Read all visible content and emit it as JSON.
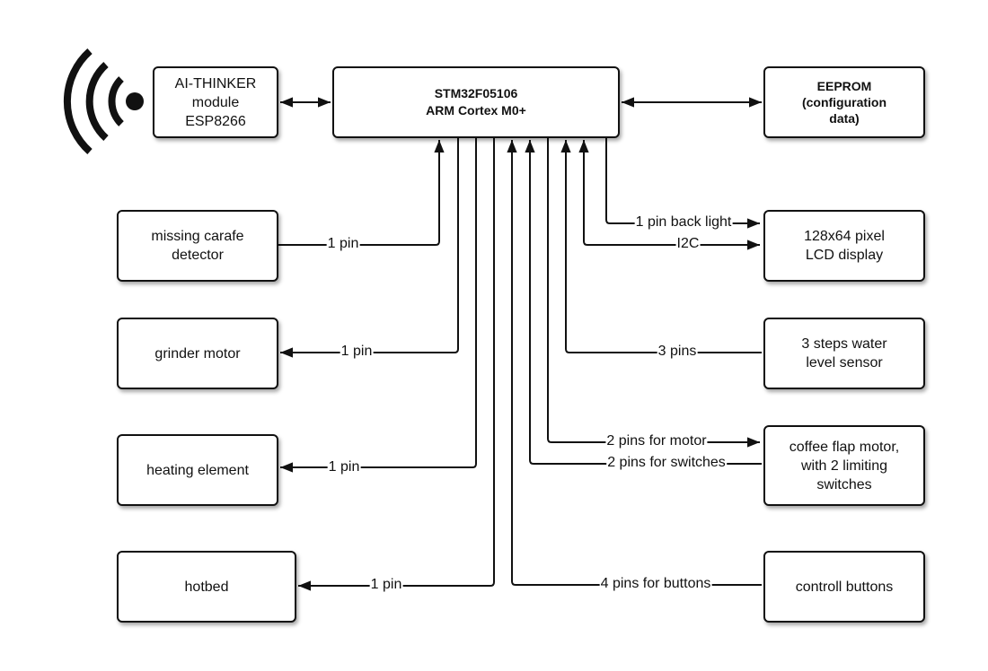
{
  "title": "Coffee machine controller block diagram",
  "mcu": {
    "line1": "STM32F05106",
    "line2": "ARM Cortex M0+"
  },
  "blocks": {
    "wifi_module": "AI-THINKER\nmodule\nESP8266",
    "eeprom": "EEPROM\n(configuration\ndata)",
    "carafe": "missing carafe\ndetector",
    "grinder": "grinder motor",
    "heating": "heating element",
    "hotbed": "hotbed",
    "lcd": "128x64 pixel\nLCD display",
    "water": "3 steps water\nlevel sensor",
    "flap": "coffee flap motor,\nwith  2 limiting\nswitches",
    "buttons": "controll buttons"
  },
  "connections": {
    "carafe": "1  pin",
    "grinder": "1 pin",
    "heating": "1 pin",
    "hotbed": "1 pin",
    "backlight": "1 pin back light",
    "i2c": "I2C",
    "water": "3 pins",
    "flap_motor": "2 pins for motor",
    "flap_switches": "2 pins for switches",
    "buttons": "4 pins for buttons"
  },
  "icons": {
    "wireless": "wifi-signal-icon"
  }
}
